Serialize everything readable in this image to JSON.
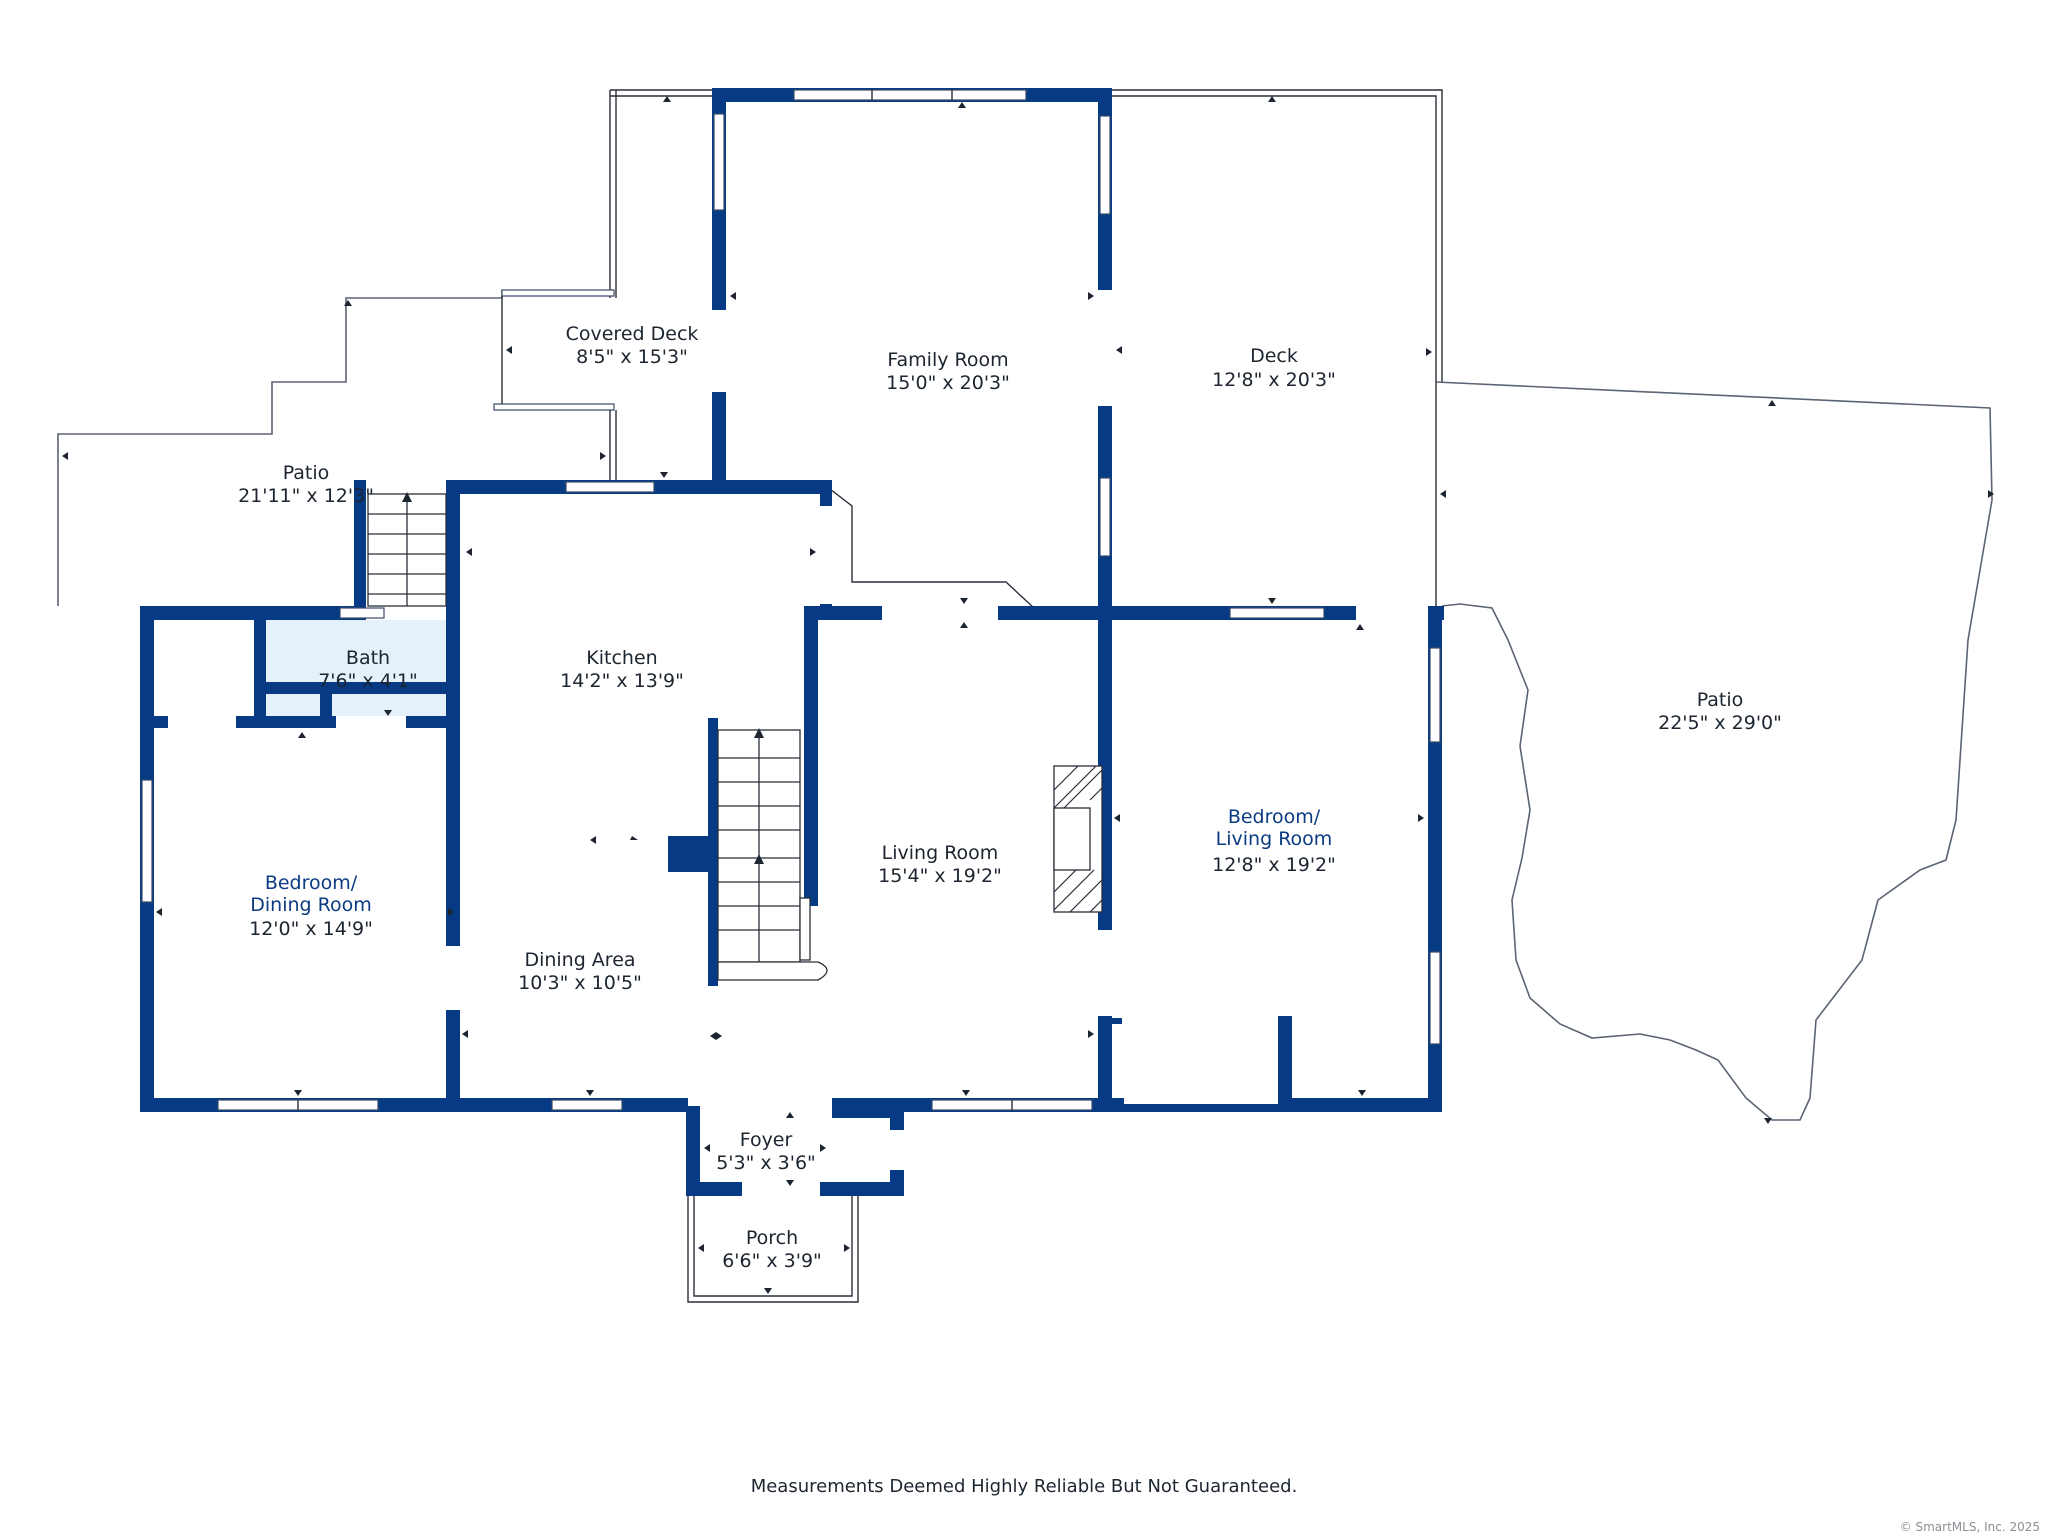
{
  "rooms": {
    "patio_left": {
      "name": "Patio",
      "dims": "21'11\" x 12'3\""
    },
    "covered_deck": {
      "name": "Covered Deck",
      "dims": "8'5\" x 15'3\""
    },
    "family_room": {
      "name": "Family Room",
      "dims": "15'0\" x 20'3\""
    },
    "deck": {
      "name": "Deck",
      "dims": "12'8\" x 20'3\""
    },
    "patio_right": {
      "name": "Patio",
      "dims": "22'5\" x 29'0\""
    },
    "bath": {
      "name": "Bath",
      "dims": "7'6\" x 4'1\""
    },
    "kitchen": {
      "name": "Kitchen",
      "dims": "14'2\" x 13'9\""
    },
    "bedroom_dining": {
      "name_line1": "Bedroom/",
      "name_line2": "Dining Room",
      "dims": "12'0\" x 14'9\""
    },
    "dining_area": {
      "name": "Dining Area",
      "dims": "10'3\" x 10'5\""
    },
    "living_room": {
      "name": "Living Room",
      "dims": "15'4\" x 19'2\""
    },
    "bedroom_living": {
      "name_line1": "Bedroom/",
      "name_line2": "Living Room",
      "dims": "12'8\" x 19'2\""
    },
    "foyer": {
      "name": "Foyer",
      "dims": "5'3\" x 3'6\""
    },
    "porch": {
      "name": "Porch",
      "dims": "6'6\" x 3'9\""
    }
  },
  "footer": {
    "disclaimer": "Measurements Deemed Highly Reliable But Not Guaranteed."
  },
  "copyright": "© SmartMLS, Inc. 2025",
  "colors": {
    "wall": "#063a84",
    "bath_fill": "#e4f0fa",
    "label": "#1c2530",
    "label_blue": "#0b3b82"
  }
}
